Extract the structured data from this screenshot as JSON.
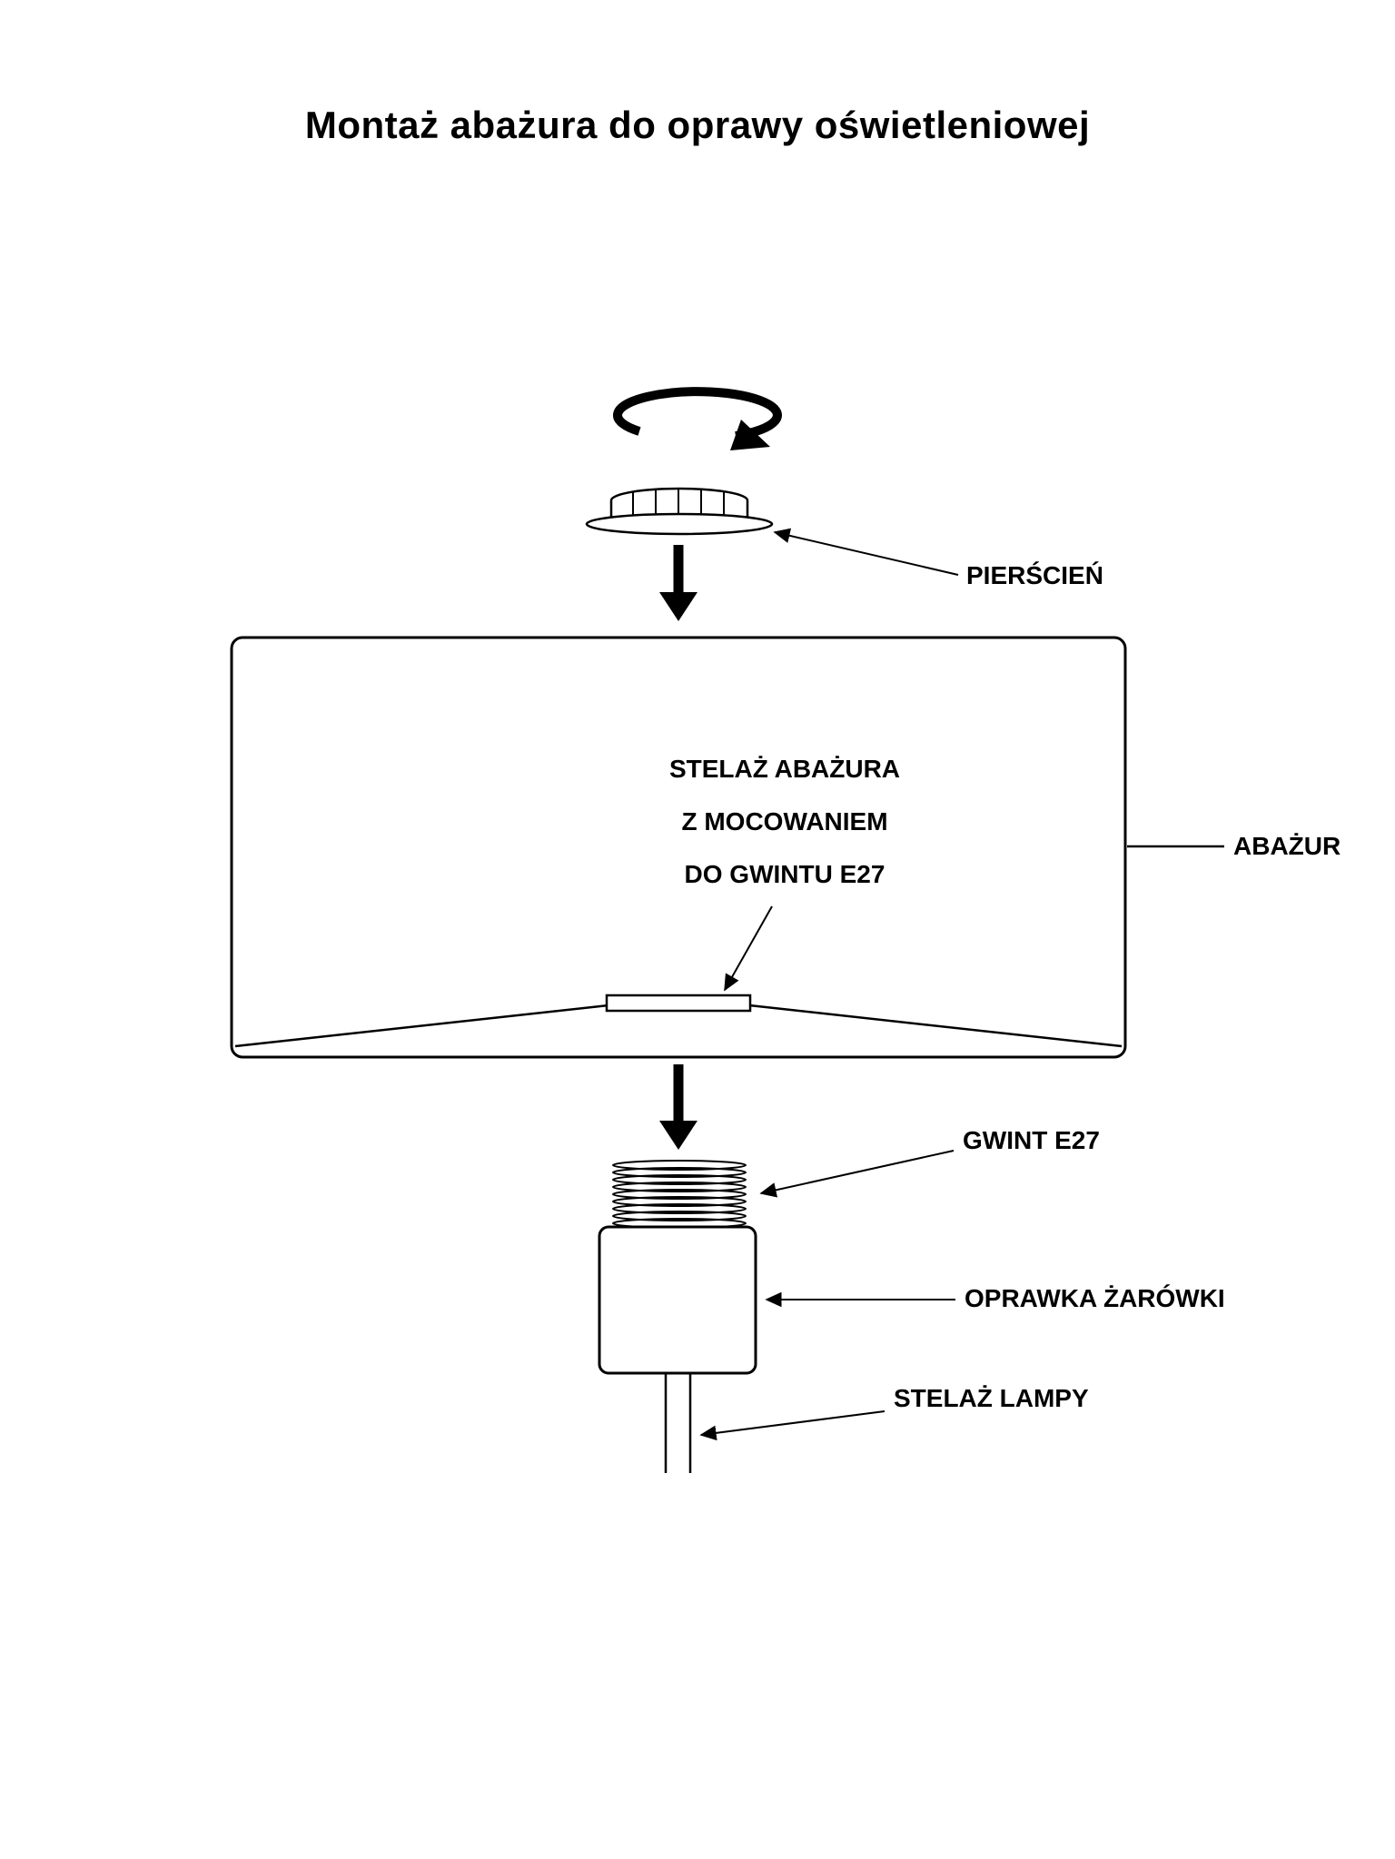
{
  "title": "Montaż abażura do oprawy oświetleniowej",
  "shade_text": {
    "line1": "STELAŻ ABAŻURA",
    "line2": "Z MOCOWANIEM",
    "line3": "DO GWINTU E27"
  },
  "labels": {
    "ring": "PIERŚCIEŃ",
    "shade": "ABAŻUR",
    "thread": "GWINT E27",
    "socket": "OPRAWKA ŻARÓWKI",
    "lamp_frame": "STELAŻ LAMPY"
  },
  "colors": {
    "ink": "#000000",
    "paper": "#ffffff"
  }
}
